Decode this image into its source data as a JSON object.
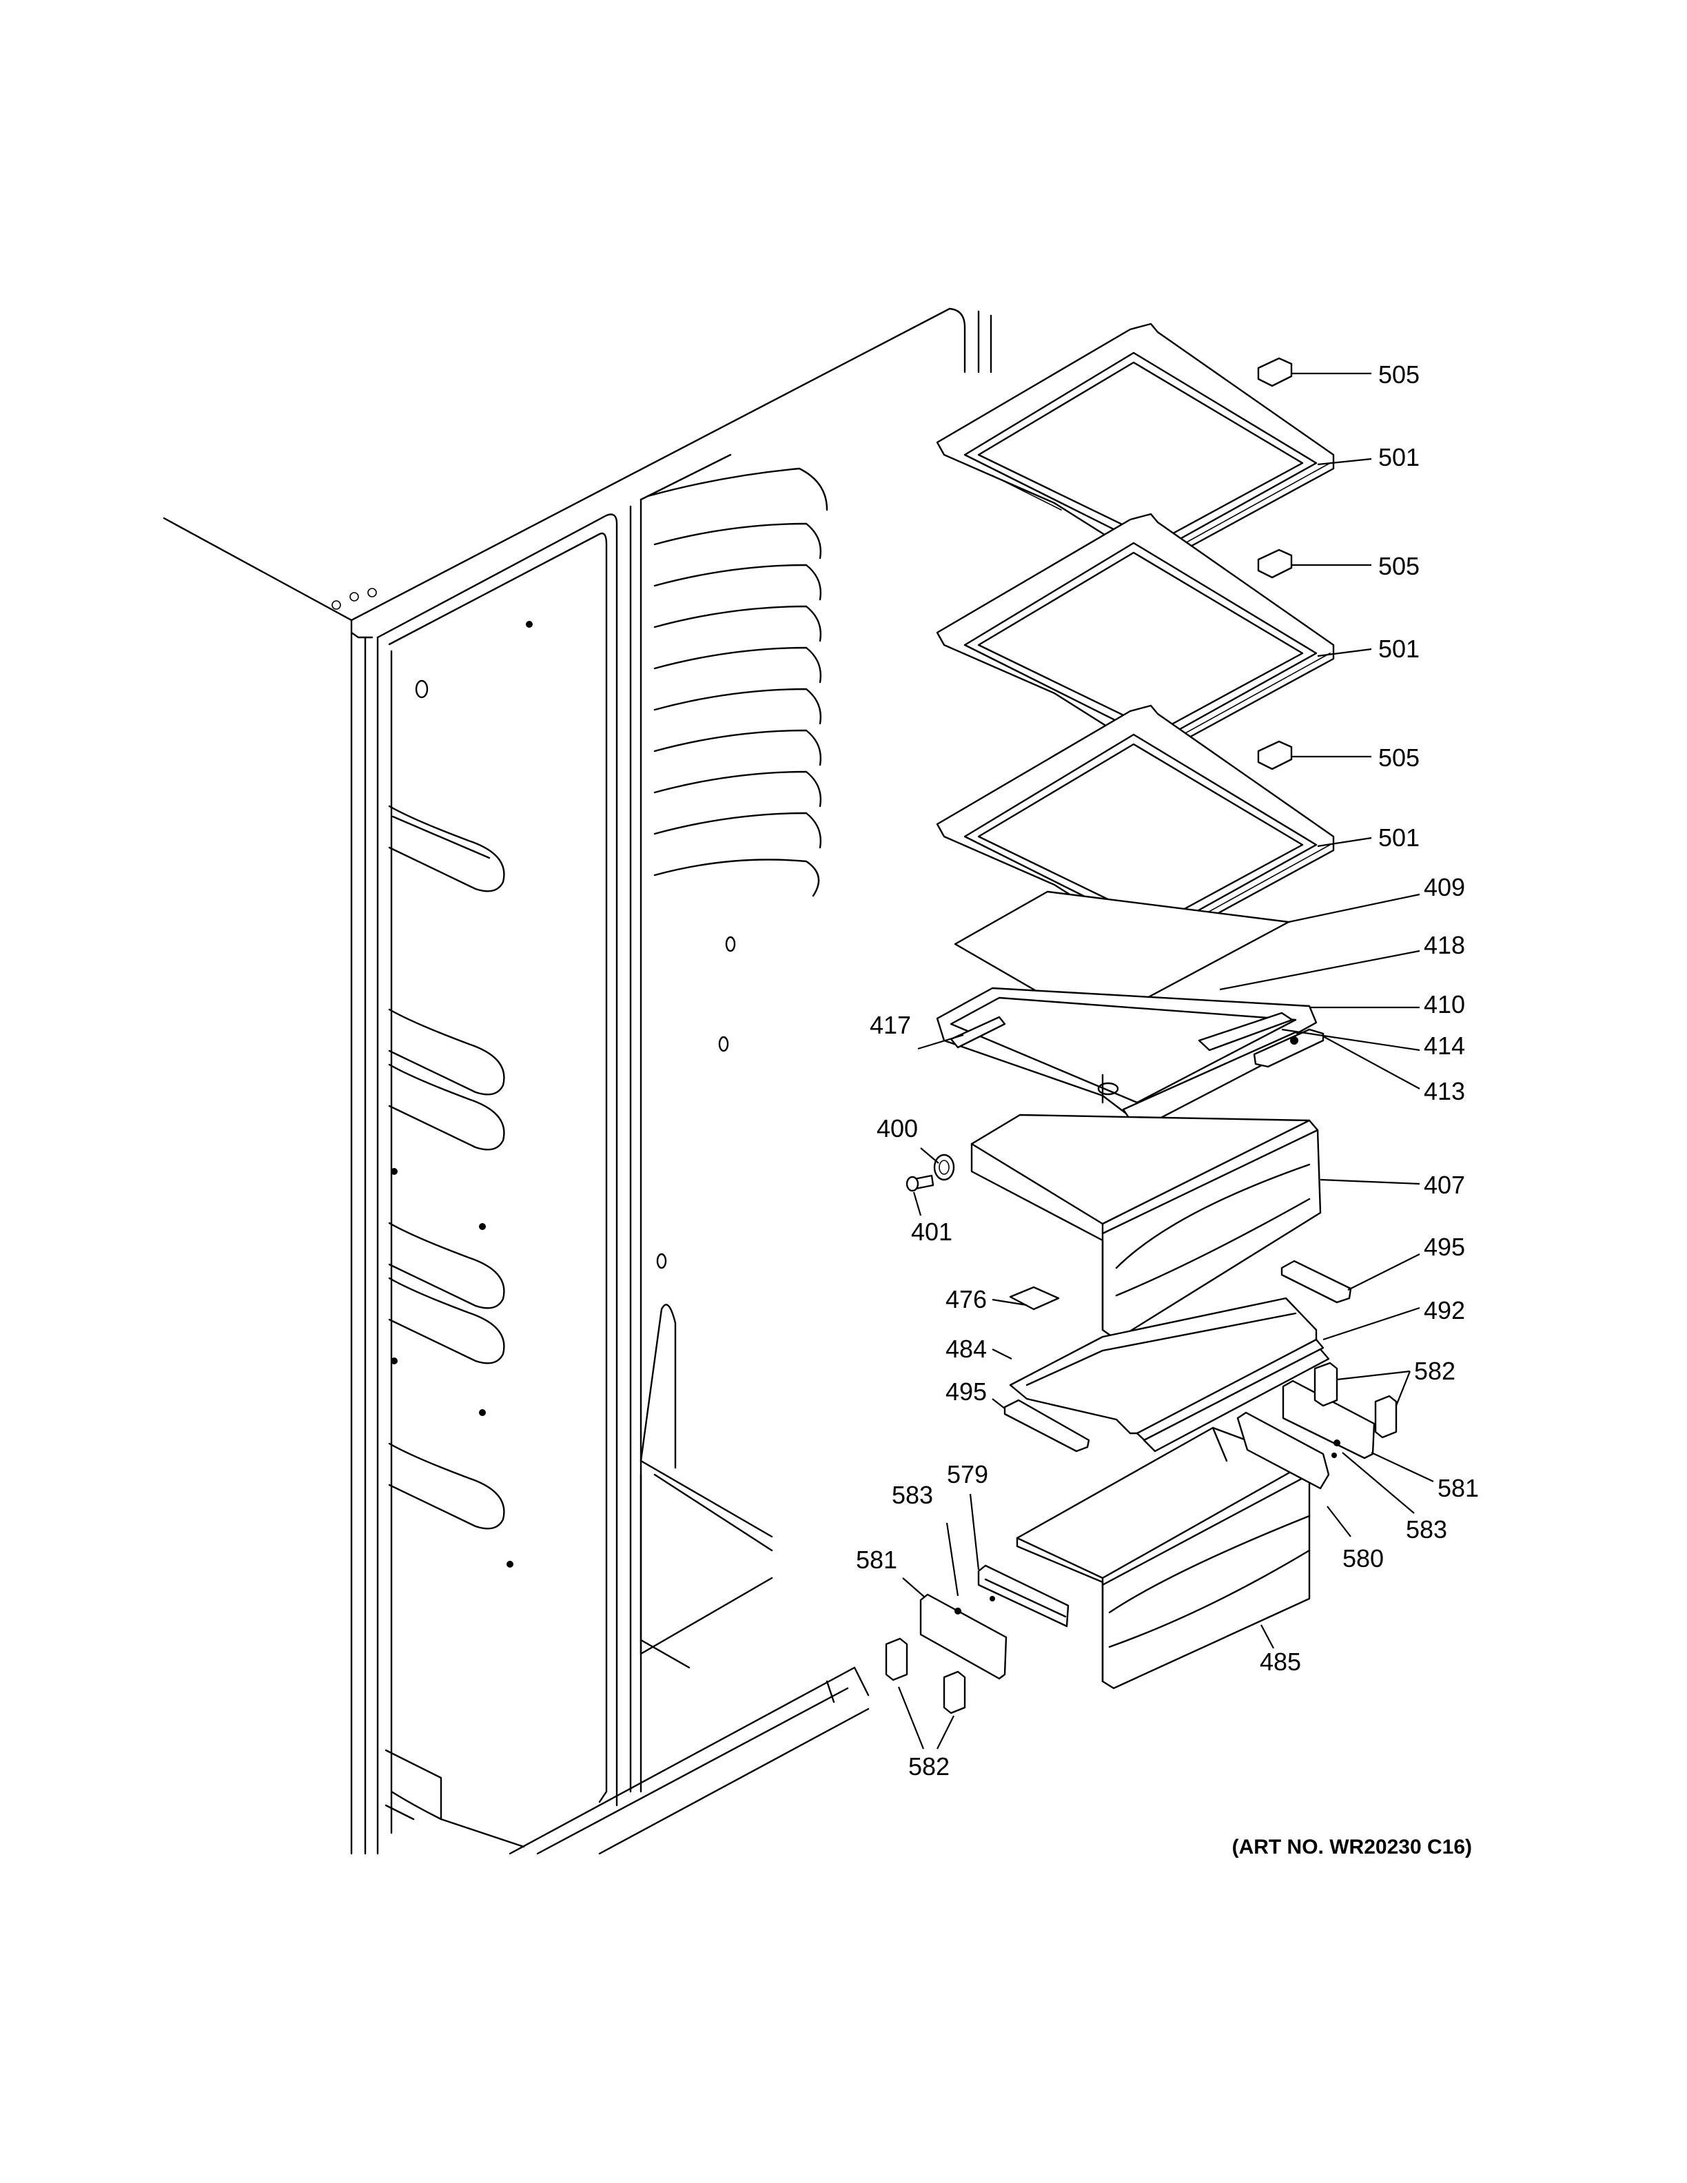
{
  "art_number": "(ART NO. WR20230 C16)",
  "callouts": [
    {
      "id": "c-505-a",
      "label": "505"
    },
    {
      "id": "c-501-a",
      "label": "501"
    },
    {
      "id": "c-505-b",
      "label": "505"
    },
    {
      "id": "c-501-b",
      "label": "501"
    },
    {
      "id": "c-505-c",
      "label": "505"
    },
    {
      "id": "c-501-c",
      "label": "501"
    },
    {
      "id": "c-409",
      "label": "409"
    },
    {
      "id": "c-418",
      "label": "418"
    },
    {
      "id": "c-410",
      "label": "410"
    },
    {
      "id": "c-414",
      "label": "414"
    },
    {
      "id": "c-413",
      "label": "413"
    },
    {
      "id": "c-417",
      "label": "417"
    },
    {
      "id": "c-400",
      "label": "400"
    },
    {
      "id": "c-401",
      "label": "401"
    },
    {
      "id": "c-407",
      "label": "407"
    },
    {
      "id": "c-495-a",
      "label": "495"
    },
    {
      "id": "c-476",
      "label": "476"
    },
    {
      "id": "c-492",
      "label": "492"
    },
    {
      "id": "c-484",
      "label": "484"
    },
    {
      "id": "c-495-b",
      "label": "495"
    },
    {
      "id": "c-582-a",
      "label": "582"
    },
    {
      "id": "c-581-a",
      "label": "581"
    },
    {
      "id": "c-583-a",
      "label": "583"
    },
    {
      "id": "c-579",
      "label": "579"
    },
    {
      "id": "c-583-b",
      "label": "583"
    },
    {
      "id": "c-580",
      "label": "580"
    },
    {
      "id": "c-581-b",
      "label": "581"
    },
    {
      "id": "c-485",
      "label": "485"
    },
    {
      "id": "c-582-b",
      "label": "582"
    }
  ]
}
